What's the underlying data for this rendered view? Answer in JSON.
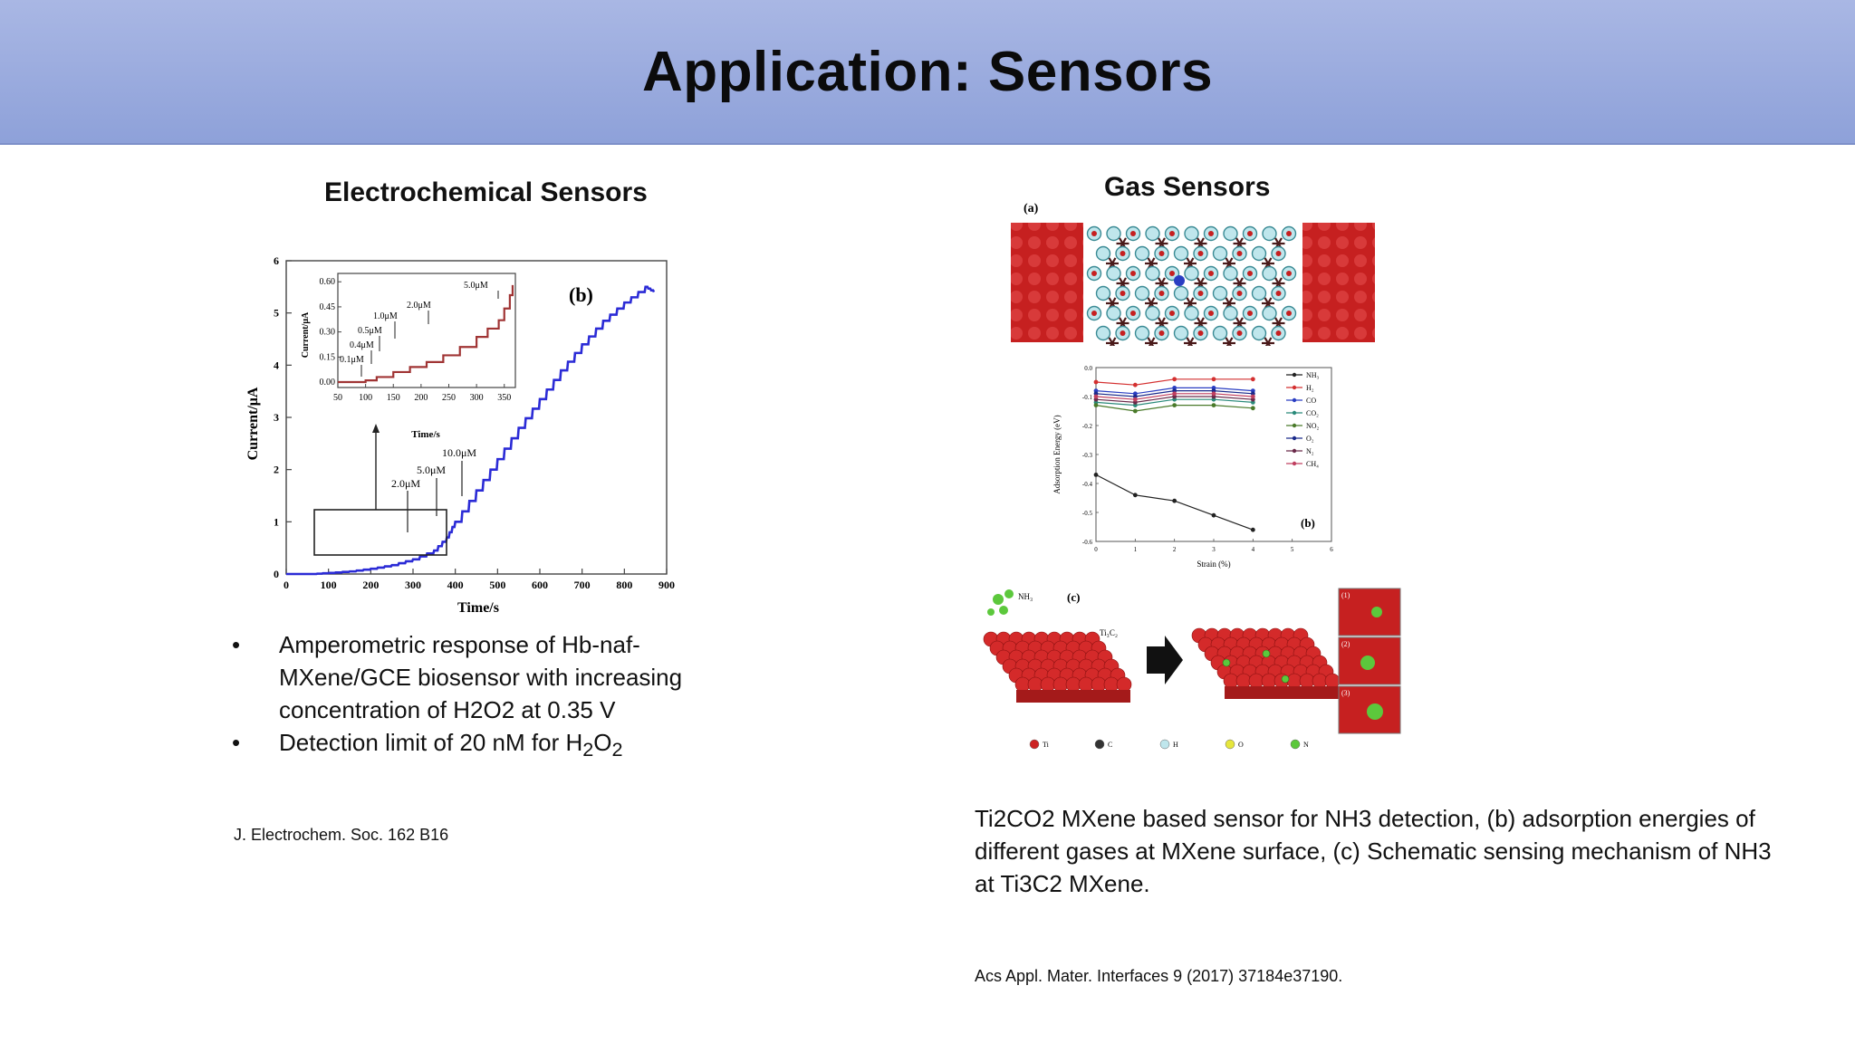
{
  "title": "Application: Sensors",
  "left": {
    "heading": "Electrochemical Sensors",
    "bullets": [
      "Amperometric response of Hb-naf-MXene/GCE biosensor with increasing concentration of H2O2 at 0.35 V",
      "Detection limit of 20 nM for H"
    ],
    "bullet2_sub": [
      "2",
      "O",
      "2"
    ],
    "citation": "J. Electrochem. Soc. 162 B16"
  },
  "right": {
    "heading": "Gas Sensors",
    "caption": "Ti2CO2 MXene based sensor for NH3 detection, (b) adsorption energies of different gases at MXene surface, (c) Schematic sensing mechanism of NH3 at Ti3C2 MXene.",
    "citation": "Acs Appl. Mater. Interfaces 9 (2017) 37184e37190."
  },
  "chart_data": [
    {
      "type": "line",
      "panel_label": "(b)",
      "xlabel": "Time/s",
      "ylabel": "Current/μA",
      "xlim": [
        0,
        900
      ],
      "ylim": [
        0,
        6
      ],
      "x_ticks": [
        "0",
        "100",
        "200",
        "300",
        "400",
        "500",
        "600",
        "700",
        "800",
        "900"
      ],
      "y_ticks": [
        "0",
        "1",
        "2",
        "3",
        "4",
        "5",
        "6"
      ],
      "x": [
        0,
        60,
        100,
        150,
        200,
        250,
        300,
        350,
        380,
        400,
        450,
        500,
        550,
        600,
        650,
        700,
        750,
        800,
        850,
        870
      ],
      "y": [
        0,
        0,
        0.02,
        0.05,
        0.1,
        0.17,
        0.28,
        0.45,
        0.7,
        1.0,
        1.6,
        2.2,
        2.8,
        3.35,
        3.9,
        4.4,
        4.85,
        5.2,
        5.5,
        5.4
      ],
      "annotations": [
        "2.0μM",
        "5.0μM",
        "10.0μM"
      ],
      "inset": {
        "xlabel": "Time/s",
        "ylabel": "Current/μA",
        "x_ticks": [
          "50",
          "100",
          "150",
          "200",
          "250",
          "300",
          "350"
        ],
        "y_ticks": [
          "0.00",
          "0.15",
          "0.30",
          "0.45",
          "0.60"
        ],
        "xlim": [
          50,
          370
        ],
        "ylim": [
          0,
          0.65
        ],
        "x": [
          50,
          100,
          120,
          150,
          180,
          210,
          240,
          270,
          300,
          320,
          340,
          350,
          360,
          365
        ],
        "y": [
          0,
          0.01,
          0.03,
          0.06,
          0.09,
          0.12,
          0.16,
          0.21,
          0.27,
          0.32,
          0.37,
          0.44,
          0.52,
          0.58
        ],
        "annotations": [
          "0.1μM",
          "0.4μM",
          "0.5μM",
          "1.0μM",
          "2.0μM",
          "5.0μM"
        ]
      }
    },
    {
      "type": "line",
      "panel_label": "(b)",
      "xlabel": "Strain (%)",
      "ylabel": "Adsorption Energy (eV)",
      "xlim": [
        0,
        6
      ],
      "ylim": [
        -0.6,
        0.0
      ],
      "x_ticks": [
        "0",
        "1",
        "2",
        "3",
        "4",
        "5",
        "6"
      ],
      "y_ticks": [
        "0.0",
        "-0.1",
        "-0.2",
        "-0.3",
        "-0.4",
        "-0.5",
        "-0.6"
      ],
      "x": [
        0,
        1,
        2,
        3,
        4
      ],
      "series": [
        {
          "name": "NH₃",
          "values": [
            -0.37,
            -0.44,
            -0.46,
            -0.51,
            -0.56
          ],
          "color": "#222222"
        },
        {
          "name": "H₂",
          "values": [
            -0.05,
            -0.06,
            -0.04,
            -0.04,
            -0.04
          ],
          "color": "#d43030"
        },
        {
          "name": "CO",
          "values": [
            -0.08,
            -0.09,
            -0.07,
            -0.07,
            -0.08
          ],
          "color": "#2a3ec2"
        },
        {
          "name": "CO₂",
          "values": [
            -0.12,
            -0.13,
            -0.11,
            -0.11,
            -0.12
          ],
          "color": "#2a8a7a"
        },
        {
          "name": "NO₂",
          "values": [
            -0.13,
            -0.15,
            -0.13,
            -0.13,
            -0.14
          ],
          "color": "#4a7a2a"
        },
        {
          "name": "O₂",
          "values": [
            -0.09,
            -0.1,
            -0.08,
            -0.08,
            -0.09
          ],
          "color": "#1a2a8a"
        },
        {
          "name": "N₂",
          "values": [
            -0.11,
            -0.12,
            -0.1,
            -0.1,
            -0.11
          ],
          "color": "#6a2a4a"
        },
        {
          "name": "CH₄",
          "values": [
            -0.1,
            -0.11,
            -0.09,
            -0.09,
            -0.1
          ],
          "color": "#c04060"
        }
      ]
    }
  ],
  "figures": {
    "structure_label": "(a)",
    "mechanism_label": "(c)",
    "mechanism_nh3": "NH₃",
    "mechanism_ti3c2": "Ti₃C₂",
    "mechanism_thumbs": [
      "(1)",
      "(2)",
      "(3)"
    ],
    "element_legend": [
      "Ti",
      "C",
      "H",
      "O",
      "N"
    ],
    "element_colors": [
      "#cc2222",
      "#333333",
      "#bfe6ec",
      "#e6e63c",
      "#5cc83c"
    ]
  }
}
